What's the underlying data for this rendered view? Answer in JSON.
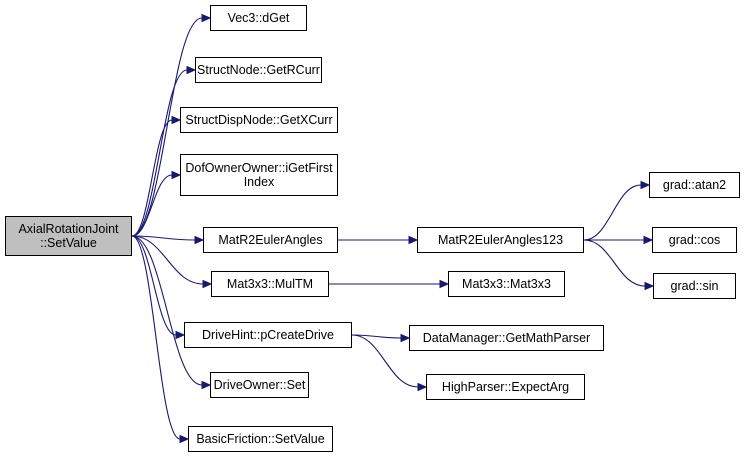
{
  "graph": {
    "edge_color": "#191970",
    "root_fill": "#bfbfbf",
    "node_fill": "#ffffff",
    "nodes": {
      "root": "AxialRotationJoint\n::SetValue",
      "vec3_dget": "Vec3::dGet",
      "structnode_getrcurr": "StructNode::GetRCurr",
      "structdispnode_getxcurr": "StructDispNode::GetXCurr",
      "dofownerowner_igetfirstindex": "DofOwnerOwner::iGetFirst\nIndex",
      "matr2eulerangles": "MatR2EulerAngles",
      "mat3x3_multm": "Mat3x3::MulTM",
      "drivehint_pcreatedrive": "DriveHint::pCreateDrive",
      "driveowner_set": "DriveOwner::Set",
      "basicfriction_setvalue": "BasicFriction::SetValue",
      "matr2eulerangles123": "MatR2EulerAngles123",
      "mat3x3_mat3x3": "Mat3x3::Mat3x3",
      "datamanager_getmathparser": "DataManager::GetMathParser",
      "highparser_expectarg": "HighParser::ExpectArg",
      "grad_atan2": "grad::atan2",
      "grad_cos": "grad::cos",
      "grad_sin": "grad::sin"
    },
    "edges": [
      [
        "root",
        "vec3_dget"
      ],
      [
        "root",
        "structnode_getrcurr"
      ],
      [
        "root",
        "structdispnode_getxcurr"
      ],
      [
        "root",
        "dofownerowner_igetfirstindex"
      ],
      [
        "root",
        "matr2eulerangles"
      ],
      [
        "root",
        "mat3x3_multm"
      ],
      [
        "root",
        "drivehint_pcreatedrive"
      ],
      [
        "root",
        "driveowner_set"
      ],
      [
        "root",
        "basicfriction_setvalue"
      ],
      [
        "matr2eulerangles",
        "matr2eulerangles123"
      ],
      [
        "matr2eulerangles123",
        "grad_atan2"
      ],
      [
        "matr2eulerangles123",
        "grad_cos"
      ],
      [
        "matr2eulerangles123",
        "grad_sin"
      ],
      [
        "mat3x3_multm",
        "mat3x3_mat3x3"
      ],
      [
        "drivehint_pcreatedrive",
        "datamanager_getmathparser"
      ],
      [
        "drivehint_pcreatedrive",
        "highparser_expectarg"
      ]
    ]
  }
}
